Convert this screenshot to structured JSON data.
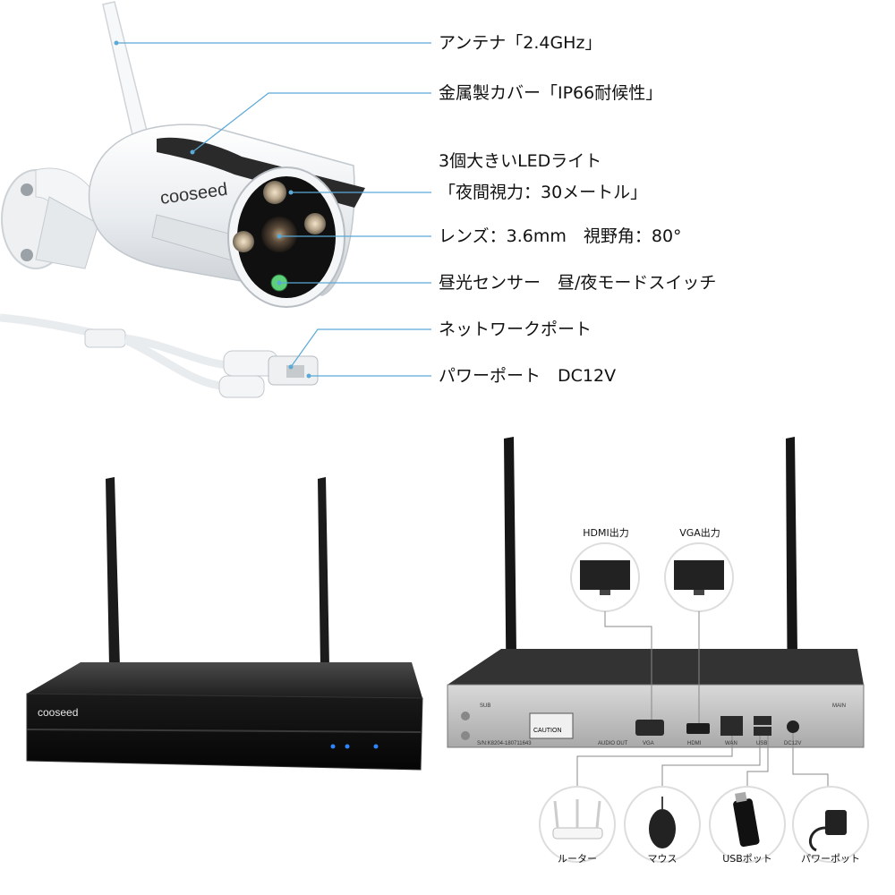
{
  "camera": {
    "brand": "cooseed",
    "callouts": {
      "antenna": "アンテナ「2.4GHz」",
      "cover": "金属製カバー「IP66耐候性」",
      "led_line1": "3個大きいLEDライト",
      "led_line2": "「夜間視力：30メートル」",
      "lens": "レンズ：3.6mm　視野角：80°",
      "sensor": "昼光センサー　昼/夜モードスイッチ",
      "network": "ネットワークポート",
      "power": "パワーポート　DC12V"
    }
  },
  "nvr": {
    "brand": "cooseed",
    "back_panel": {
      "sub": "SUB",
      "main": "MAIN",
      "caution": "CAUTION",
      "serial": "S/N:K8204-180711643",
      "audio_out": "AUDIO OUT",
      "vga": "VGA",
      "hdmi": "HDMI",
      "wan": "WAN",
      "usb": "USB",
      "dc12v": "DC12V"
    },
    "outputs": {
      "hdmi": "HDMI出力",
      "vga": "VGA出力"
    },
    "peripherals": [
      {
        "label": "ルーター",
        "icon": "router-icon"
      },
      {
        "label": "マウス",
        "icon": "mouse-icon"
      },
      {
        "label": "USBポット",
        "icon": "usb-drive-icon"
      },
      {
        "label": "パワーポット",
        "icon": "power-adapter-icon"
      }
    ]
  },
  "colors": {
    "callout_line": "#5aa9d6",
    "panel_dark": "#2a2a2a",
    "panel_silver": "#b9b9b9"
  }
}
